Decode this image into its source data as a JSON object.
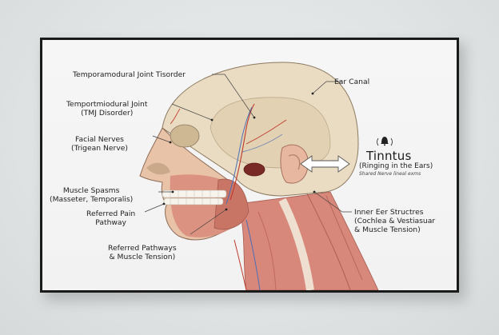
{
  "diagram": {
    "type": "medical-illustration",
    "subject": "head-side-view-tmj-tinnitus",
    "labels_left": [
      {
        "id": "tmj-disorder",
        "lines": [
          "Temporamodural Joint Tisorder"
        ]
      },
      {
        "id": "tmj-joint",
        "lines": [
          "Temportmiodural Joint",
          "(TMJ Disorder)"
        ]
      },
      {
        "id": "facial-nerves",
        "lines": [
          "Facial Nerves",
          "(Trigean Nerve)"
        ]
      },
      {
        "id": "muscle-spasms",
        "lines": [
          "Muscle Spasms",
          "(Masseter, Temporalis)"
        ]
      },
      {
        "id": "referred-pain",
        "lines": [
          "Referred Pain",
          "Pathway"
        ]
      },
      {
        "id": "referred-pathways",
        "lines": [
          "Referred Pathways",
          "& Muscle Tension)"
        ]
      }
    ],
    "labels_right": [
      {
        "id": "ear-canal",
        "lines": [
          "Ear Canal"
        ]
      },
      {
        "id": "inner-ear",
        "lines": [
          "Inner Eer Structres",
          "(Cochlea & Vestiasuar",
          "& Muscle Tension)"
        ]
      }
    ],
    "tinnitus": {
      "icon": "ringing-bell-icon",
      "title": "Tinntus",
      "subtitle": "(Ringing in the Ears)",
      "note": "Shared Nerve lineal exms"
    },
    "colors": {
      "frame": "#1a1a1a",
      "paper": "#f4f4f4",
      "bone": "#e8d9bf",
      "muscle": "#d98a7a",
      "artery": "#c0392b",
      "vein": "#4a6fb5",
      "text": "#222222"
    }
  }
}
